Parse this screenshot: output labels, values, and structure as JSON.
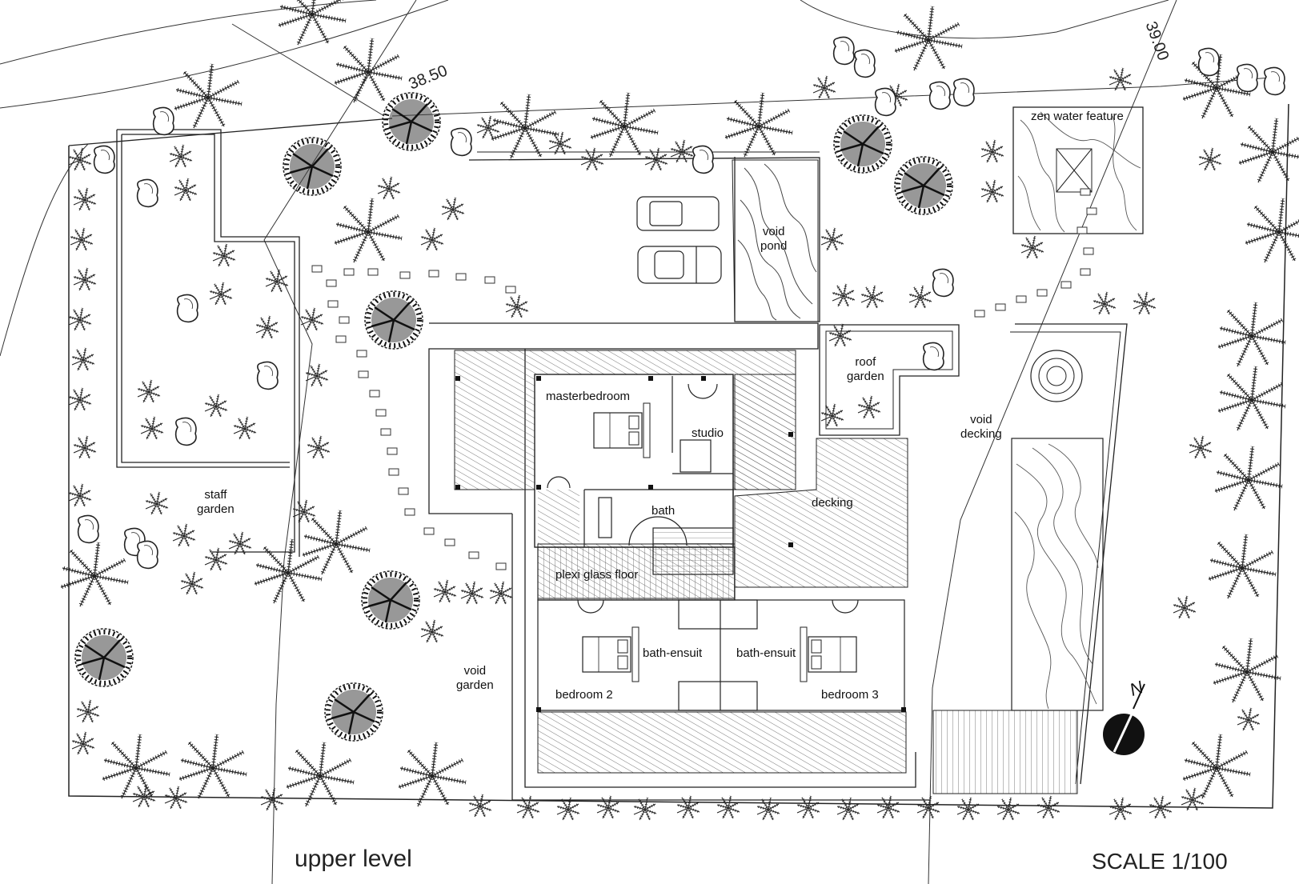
{
  "plan": {
    "contours": [
      "38.50",
      "39.00"
    ],
    "rooms": {
      "masterbedroom": "masterbedroom",
      "studio": "studio",
      "bath": "bath",
      "plexi": "plexi glass floor",
      "bedroom2": "bedroom 2",
      "bedroom3": "bedroom 3",
      "ensuit_left": "bath-ensuit",
      "ensuit_right": "bath-ensuit",
      "decking": "decking"
    },
    "areas": {
      "void_pond": [
        "void",
        "pond"
      ],
      "roof_garden": [
        "roof",
        "garden"
      ],
      "void_decking": [
        "void",
        "decking"
      ],
      "staff_garden": [
        "staff",
        "garden"
      ],
      "void_garden": [
        "void",
        "garden"
      ],
      "zen": "zen water feature"
    },
    "north": "N",
    "title": "upper level",
    "scale": "SCALE 1/100"
  }
}
